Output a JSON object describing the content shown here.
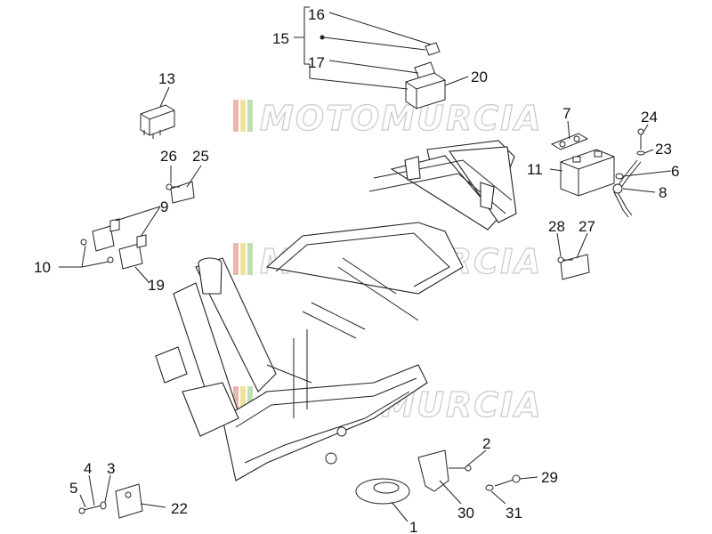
{
  "watermark": {
    "text": "MOTOMURCIA"
  },
  "callouts": {
    "c1": "1",
    "c2": "2",
    "c3": "3",
    "c4": "4",
    "c5": "5",
    "c6": "6",
    "c7": "7",
    "c8": "8",
    "c9": "9",
    "c10": "10",
    "c11": "11",
    "c13": "13",
    "c15": "15",
    "c16": "16",
    "c17": "17",
    "c19": "19",
    "c20": "20",
    "c22": "22",
    "c23": "23",
    "c24": "24",
    "c25": "25",
    "c26": "26",
    "c27": "27",
    "c28": "28",
    "c29": "29",
    "c30": "30",
    "c31": "31"
  },
  "colors": {
    "line": "#222222",
    "watermark_outline": "#c9c9c9",
    "stripe_red": "#e9b7b0",
    "stripe_yellow": "#efe1a0",
    "stripe_green": "#bfe0b2"
  }
}
